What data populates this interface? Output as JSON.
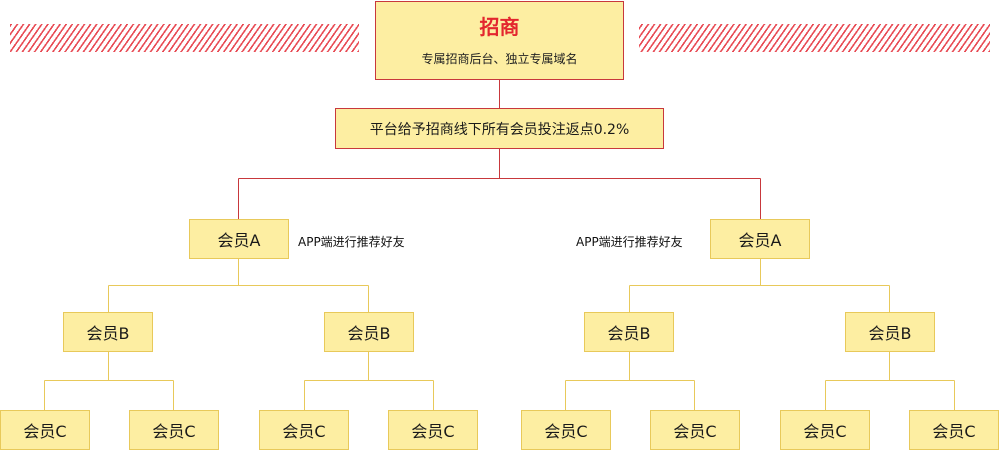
{
  "top_node": {
    "title": "招商",
    "subtitle": "专属招商后台、独立专属域名"
  },
  "rebate_node": {
    "label": "平台给予招商线下所有会员投注返点0.2%"
  },
  "members": {
    "a_left": "会员A",
    "a_right": "会员A",
    "b1": "会员B",
    "b2": "会员B",
    "b3": "会员B",
    "b4": "会员B",
    "c1": "会员C",
    "c2": "会员C",
    "c3": "会员C",
    "c4": "会员C",
    "c5": "会员C",
    "c6": "会员C",
    "c7": "会员C",
    "c8": "会员C"
  },
  "notes": {
    "left": "APP端进行推荐好友",
    "right": "APP端进行推荐好友"
  },
  "colors": {
    "box_fill": "#fdeea2",
    "red_border": "#c8383c",
    "title_red": "#e3262e",
    "yellow_border": "#e8c95a",
    "hatch": "#e84c55"
  }
}
